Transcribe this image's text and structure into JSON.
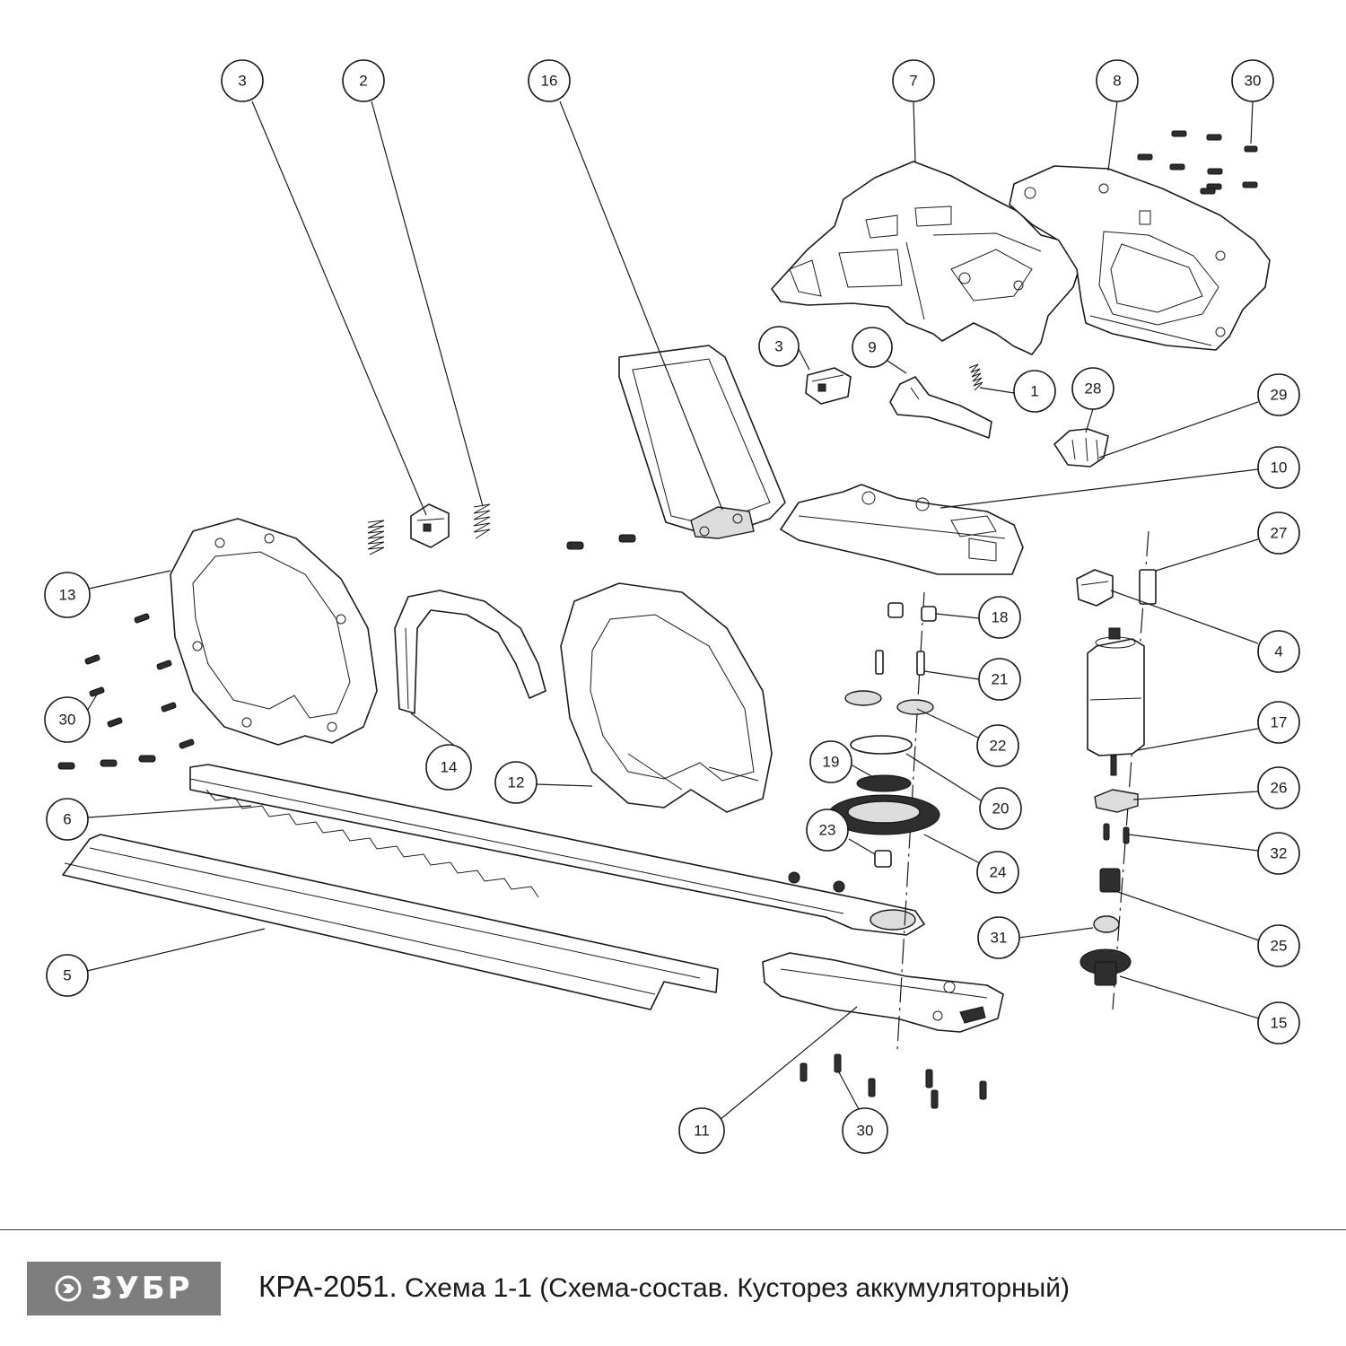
{
  "footer": {
    "brand": "ЗУБР",
    "brand_color": "#7d7d7d",
    "model": "КРА-2051.",
    "caption": "Схема 1-1 (Схема-состав. Кусторез аккумуляторный)"
  },
  "callouts": [
    {
      "id": "c1",
      "label": "3"
    },
    {
      "id": "c2",
      "label": "2"
    },
    {
      "id": "c3",
      "label": "16"
    },
    {
      "id": "c4",
      "label": "7"
    },
    {
      "id": "c5",
      "label": "8"
    },
    {
      "id": "c6",
      "label": "30"
    },
    {
      "id": "c7",
      "label": "3"
    },
    {
      "id": "c8",
      "label": "9"
    },
    {
      "id": "c9",
      "label": "1"
    },
    {
      "id": "c10",
      "label": "28"
    },
    {
      "id": "c11",
      "label": "29"
    },
    {
      "id": "c12",
      "label": "10"
    },
    {
      "id": "c13",
      "label": "27"
    },
    {
      "id": "c14",
      "label": "4"
    },
    {
      "id": "c15",
      "label": "13"
    },
    {
      "id": "c16",
      "label": "18"
    },
    {
      "id": "c17",
      "label": "21"
    },
    {
      "id": "c18",
      "label": "22"
    },
    {
      "id": "c19",
      "label": "17"
    },
    {
      "id": "c20",
      "label": "30"
    },
    {
      "id": "c21",
      "label": "14"
    },
    {
      "id": "c22",
      "label": "12"
    },
    {
      "id": "c23",
      "label": "19"
    },
    {
      "id": "c24",
      "label": "20"
    },
    {
      "id": "c25",
      "label": "26"
    },
    {
      "id": "c26",
      "label": "6"
    },
    {
      "id": "c27",
      "label": "23"
    },
    {
      "id": "c28",
      "label": "24"
    },
    {
      "id": "c29",
      "label": "32"
    },
    {
      "id": "c30",
      "label": "31"
    },
    {
      "id": "c31",
      "label": "25"
    },
    {
      "id": "c32",
      "label": "5"
    },
    {
      "id": "c33",
      "label": "15"
    },
    {
      "id": "c34",
      "label": "11"
    },
    {
      "id": "c35",
      "label": "30"
    }
  ]
}
